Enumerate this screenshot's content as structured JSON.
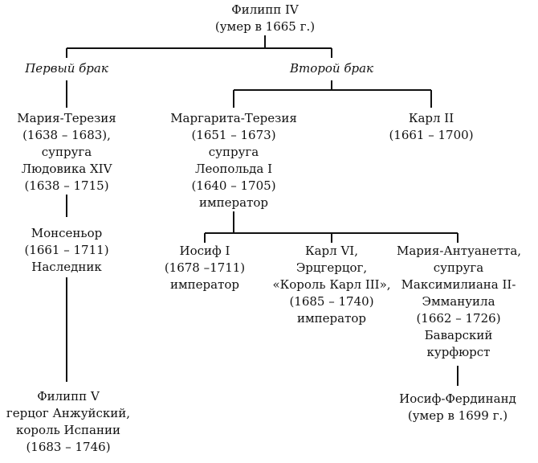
{
  "root": {
    "name": "Филипп IV",
    "note": "(умер в 1665 г.)"
  },
  "marriages": {
    "first": "Первый брак",
    "second": "Второй брак"
  },
  "first_marriage": {
    "maria_theresa": [
      "Мария-Терезия",
      "(1638 – 1683),",
      "супруга",
      "Людовика XIV",
      "(1638 – 1715)"
    ],
    "monseigneur": [
      "Монсеньор",
      "(1661 – 1711)",
      "Наследник"
    ],
    "philip_v": [
      "Филипп V",
      "герцог Анжуйский,",
      "король Испании",
      "(1683 – 1746)"
    ]
  },
  "second_marriage": {
    "margarita_theresa": [
      "Маргарита-Терезия",
      "(1651 – 1673)",
      "супруга",
      "Леопольда I",
      "(1640 – 1705)",
      "император"
    ],
    "charles_ii": [
      "Карл II",
      "(1661 – 1700)"
    ],
    "joseph_i": [
      "Иосиф I",
      "(1678 –1711)",
      "император"
    ],
    "charles_vi": [
      "Карл VI,",
      "Эрцгерцог,",
      "«Король Карл III»,",
      "(1685 – 1740)",
      "император"
    ],
    "maria_antonia": [
      "Мария-Антуанетта,",
      "супруга",
      "Максимилиана II-",
      "Эммануила",
      "(1662 – 1726)",
      "Баварский",
      "курфюрст"
    ],
    "joseph_ferdinand": [
      "Иосиф-Фердинанд",
      "(умер в 1699 г.)"
    ]
  }
}
